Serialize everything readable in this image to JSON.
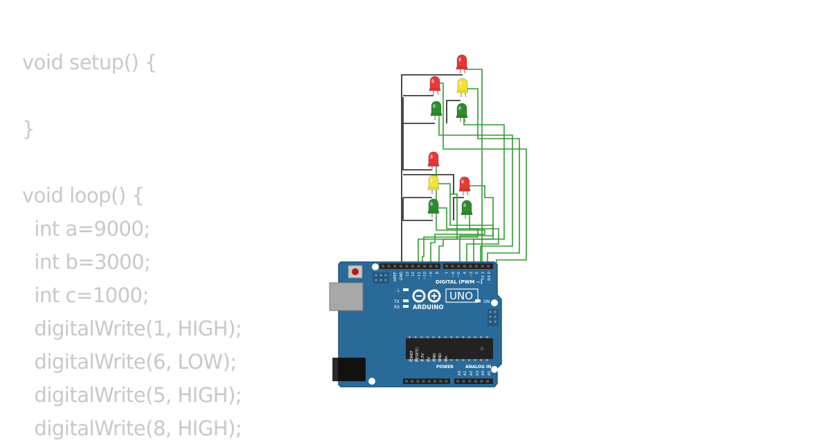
{
  "code": {
    "lines": [
      "void setup() {",
      "",
      "}",
      "",
      "void loop() {",
      "  int a=9000;",
      "  int b=3000;",
      "  int c=1000;",
      "  digitalWrite(1, HIGH);",
      "  digitalWrite(6, LOW);",
      "  digitalWrite(5, HIGH);",
      "  digitalWrite(8, HIGH);"
    ]
  },
  "board": {
    "brand": "ARDUINO",
    "model": "UNO",
    "digital_header": "DIGITAL (PWM ~)",
    "power_header": "POWER",
    "analog_header": "ANALOG IN",
    "on_label": "ON",
    "l_label": "L",
    "tx_label": "TX",
    "rx_label": "RX",
    "digital_pins": [
      "AREF",
      "GND",
      "13",
      "12",
      "~11",
      "~10",
      "~9",
      "8",
      "7",
      "~6",
      "~5",
      "4",
      "~3",
      "2",
      "TX 1",
      "RX 0"
    ],
    "power_pins": [
      "IOREF",
      "RESET",
      "3.3V",
      "5V",
      "GND",
      "GND",
      "Vin"
    ],
    "analog_pins": [
      "A0",
      "A1",
      "A2",
      "A3",
      "A4",
      "A5"
    ]
  },
  "colors": {
    "code_text": "#c8c8c8",
    "board": "#2a6a99",
    "wire_gnd": "#1a1a1a",
    "wire_signal": "#2e9a2e",
    "led_red": "#e53935",
    "led_yellow": "#f2e33a",
    "led_green": "#2e8b2e"
  },
  "leds": [
    {
      "id": "top-red",
      "color": "red"
    },
    {
      "id": "a-red",
      "color": "red"
    },
    {
      "id": "a-yellow",
      "color": "yellow"
    },
    {
      "id": "a-green-1",
      "color": "green"
    },
    {
      "id": "a-green-2",
      "color": "green"
    },
    {
      "id": "b-red-1",
      "color": "red"
    },
    {
      "id": "b-yellow",
      "color": "yellow"
    },
    {
      "id": "b-red-2",
      "color": "red"
    },
    {
      "id": "b-green-1",
      "color": "green"
    },
    {
      "id": "b-green-2",
      "color": "green"
    }
  ]
}
